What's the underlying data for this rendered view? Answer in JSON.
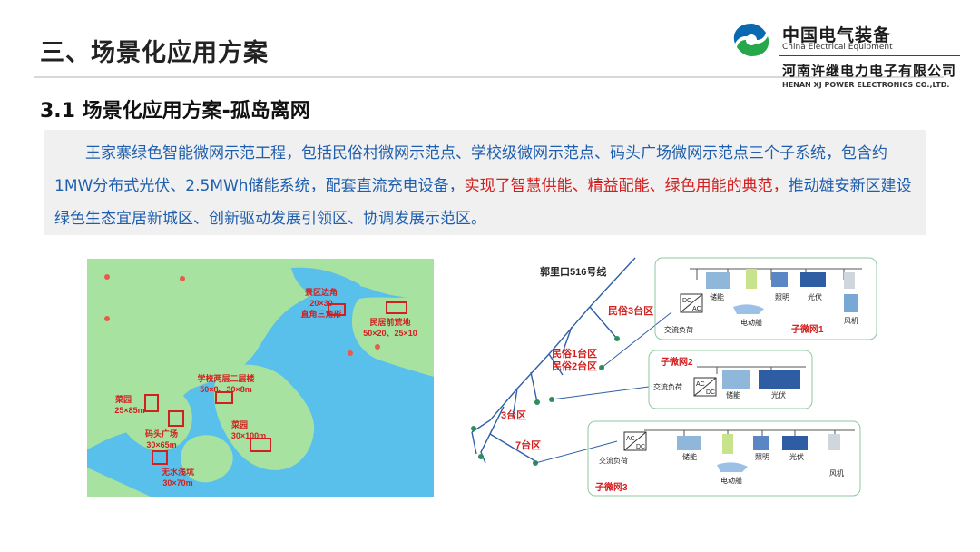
{
  "header": {
    "section_title": "三、场景化应用方案",
    "logo_cn": "中国电气装备",
    "logo_en": "China Electrical Equipment",
    "company_cn": "河南许继电力电子有限公司",
    "company_en": "HENAN XJ POWER ELECTRONICS CO.,LTD."
  },
  "subtitle": "3.1 场景化应用方案-孤岛离网",
  "description": {
    "part1": "王家寨绿色智能微网示范工程，包括民俗村微网示范点、学校级微网示范点、码头广场微网示范点三个子系统，包含约1MW分布式光伏、2.5MWh储能系统，配套直流充电设备，",
    "part2_highlight": "实现了智慧供能、精益配能、绿色用能的典范，",
    "part3": "推动雄安新区建设绿色生态宜居新城区、创新驱动发展引领区、协调发展示范区。"
  },
  "map": {
    "labels": [
      {
        "name": "景区边角",
        "sub": "20×30"
      },
      {
        "name": "直角三角形",
        "sub": ""
      },
      {
        "name": "民居前荒地",
        "sub": "50×20、25×10"
      },
      {
        "name": "学校两层二层楼",
        "sub": "50×8、30×8m"
      },
      {
        "name": "菜园",
        "sub": "25×85m"
      },
      {
        "name": "码头广场",
        "sub": "30×65m"
      },
      {
        "name": "菜园",
        "sub": "30×100m"
      },
      {
        "name": "无水浅坑",
        "sub": "30×70m"
      }
    ]
  },
  "diagram": {
    "line_name": "郭里口516号线",
    "zones": [
      "民俗3台区",
      "民俗1台区",
      "民俗2台区",
      "3台区",
      "7台区"
    ],
    "subnets": [
      "子微网1",
      "子微网2",
      "子微网3"
    ],
    "converter": {
      "top": "DC",
      "bottom": "AC"
    },
    "converter2": {
      "top": "AC",
      "bottom": "DC"
    },
    "components": {
      "load": "交流负荷",
      "storage": "储能",
      "lighting": "照明",
      "pv": "光伏",
      "wind": "风机",
      "boat": "电动船"
    }
  },
  "colors": {
    "blue_text": "#1f5fae",
    "red_text": "#d21f1f",
    "map_water": "#59c0ec",
    "map_land": "#a8e2a0"
  }
}
